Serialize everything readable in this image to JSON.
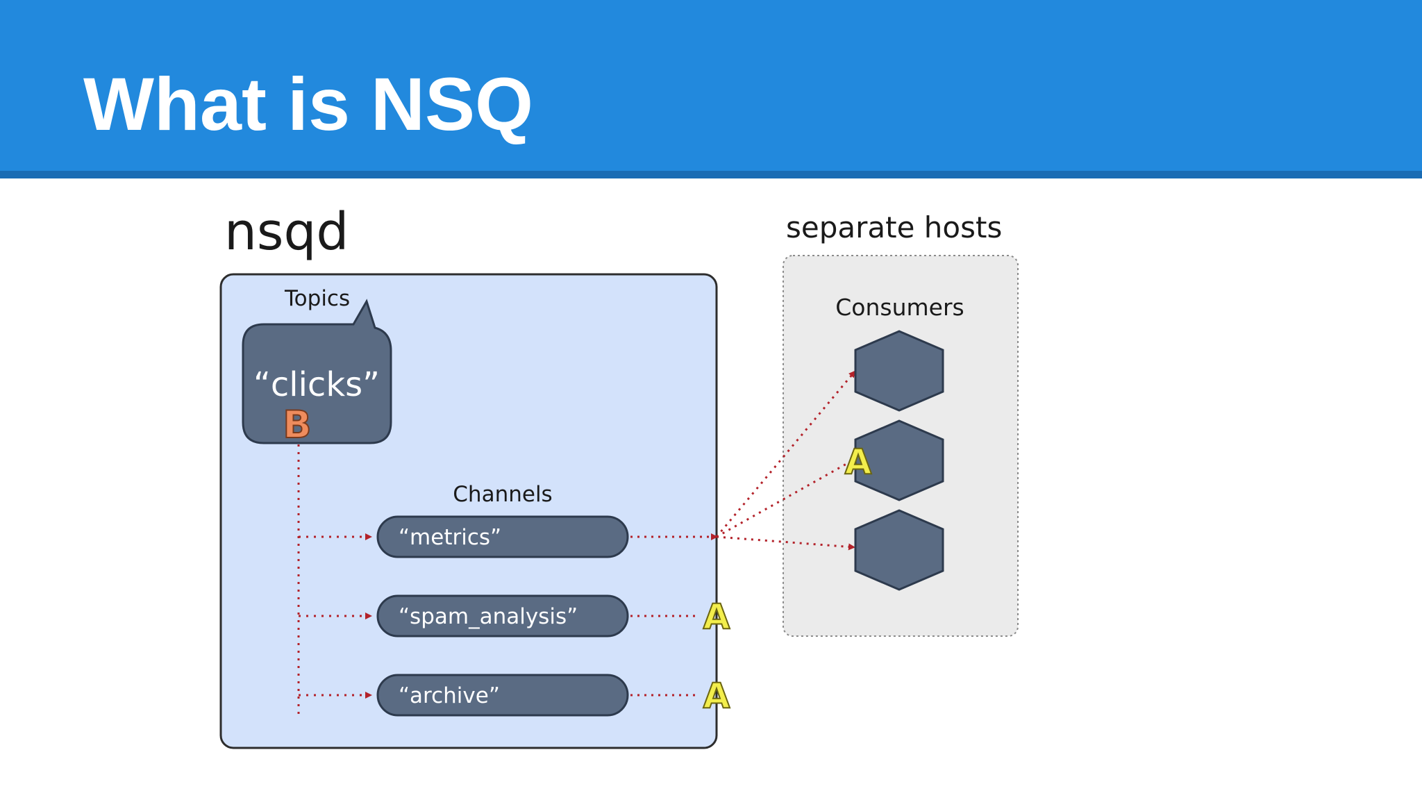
{
  "slide": {
    "title": "What is NSQ",
    "colors": {
      "header": "#2289dd",
      "header_rule": "#1a6cb4",
      "nsqd_fill": "#d3e2fb",
      "node_fill": "#5a6b83",
      "hosts_fill": "#ebebeb",
      "arrow": "#b3222a",
      "marker_a": "#f3ee4c",
      "marker_b": "#ef8c5d"
    }
  },
  "diagram": {
    "nsqd_label": "nsqd",
    "topics_label": "Topics",
    "topic_name": "“clicks”",
    "topic_marker": "B",
    "channels_label": "Channels",
    "channels": [
      {
        "name": "“metrics”"
      },
      {
        "name": "“spam_analysis”",
        "marker": "A"
      },
      {
        "name": "“archive”",
        "marker": "A"
      }
    ],
    "hosts_label": "separate hosts",
    "consumers_label": "Consumers",
    "consumer_count": 3,
    "consumer_marker": "A"
  }
}
